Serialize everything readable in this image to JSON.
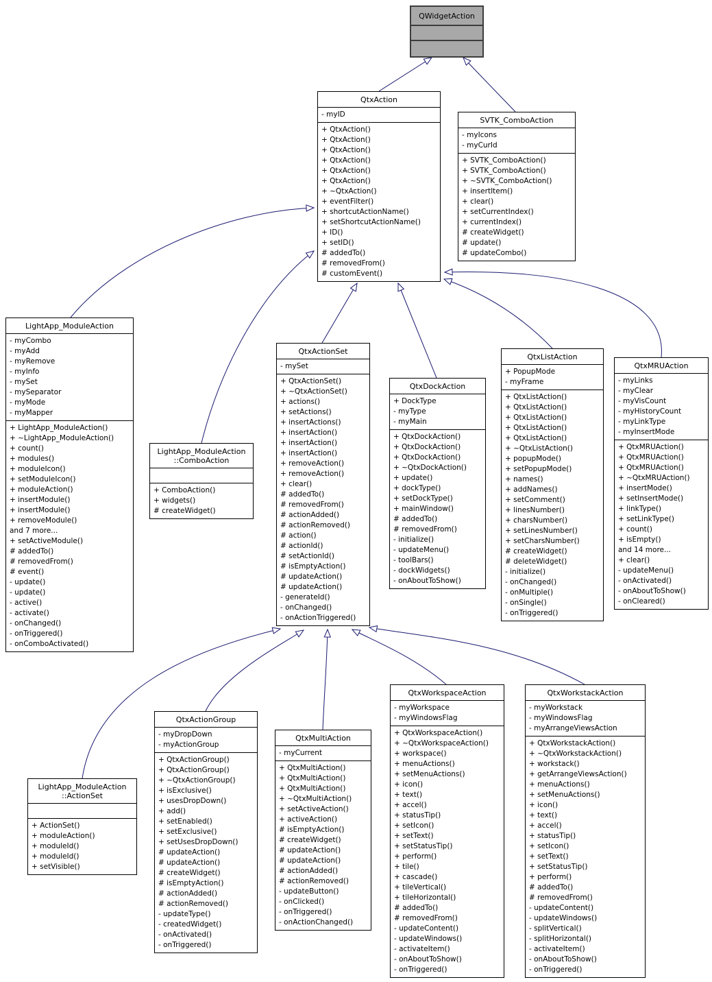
{
  "colors": {
    "arrow": "#191970",
    "box_border": "#000000",
    "class_fill": "#ffffff",
    "external_class_fill": "#a8a8a8",
    "text": "#000000"
  },
  "inheritance": [
    {
      "child": "QtxAction",
      "parent": "QWidgetAction"
    },
    {
      "child": "SVTK_ComboAction",
      "parent": "QWidgetAction"
    },
    {
      "child": "LightApp_ModuleAction",
      "parent": "QtxAction"
    },
    {
      "child": "LightApp_ModuleAction::ComboAction",
      "parent": "QtxAction"
    },
    {
      "child": "QtxActionSet",
      "parent": "QtxAction"
    },
    {
      "child": "QtxDockAction",
      "parent": "QtxAction"
    },
    {
      "child": "QtxListAction",
      "parent": "QtxAction"
    },
    {
      "child": "QtxMRUAction",
      "parent": "QtxAction"
    },
    {
      "child": "LightApp_ModuleAction::ActionSet",
      "parent": "QtxActionSet"
    },
    {
      "child": "QtxActionGroup",
      "parent": "QtxActionSet"
    },
    {
      "child": "QtxMultiAction",
      "parent": "QtxActionSet"
    },
    {
      "child": "QtxWorkspaceAction",
      "parent": "QtxActionSet"
    },
    {
      "child": "QtxWorkstackAction",
      "parent": "QtxActionSet"
    }
  ],
  "classes": [
    {
      "name": "QWidgetAction",
      "title_lines": [
        "QWidgetAction"
      ],
      "attributes": [],
      "methods": []
    },
    {
      "name": "QtxAction",
      "title_lines": [
        "QtxAction"
      ],
      "attributes": [
        "- myID"
      ],
      "methods": [
        "+ QtxAction()",
        "+ QtxAction()",
        "+ QtxAction()",
        "+ QtxAction()",
        "+ QtxAction()",
        "+ QtxAction()",
        "+ ~QtxAction()",
        "+ eventFilter()",
        "+ shortcutActionName()",
        "+ setShortcutActionName()",
        "+ ID()",
        "+ setID()",
        "# addedTo()",
        "# removedFrom()",
        "# customEvent()"
      ]
    },
    {
      "name": "SVTK_ComboAction",
      "title_lines": [
        "SVTK_ComboAction"
      ],
      "attributes": [
        "- myIcons",
        "- myCurId"
      ],
      "methods": [
        "+ SVTK_ComboAction()",
        "+ SVTK_ComboAction()",
        "+ ~SVTK_ComboAction()",
        "+ insertItem()",
        "+ clear()",
        "+ setCurrentIndex()",
        "+ currentIndex()",
        "# createWidget()",
        "# update()",
        "# updateCombo()"
      ]
    },
    {
      "name": "LightApp_ModuleAction",
      "title_lines": [
        "LightApp_ModuleAction"
      ],
      "attributes": [
        "- myCombo",
        "- myAdd",
        "- myRemove",
        "- myInfo",
        "- mySet",
        "- mySeparator",
        "- myMode",
        "- myMapper"
      ],
      "methods": [
        "+ LightApp_ModuleAction()",
        "+ ~LightApp_ModuleAction()",
        "+ count()",
        "+ modules()",
        "+ moduleIcon()",
        "+ setModuleIcon()",
        "+ moduleAction()",
        "+ insertModule()",
        "+ insertModule()",
        "+ removeModule()",
        "and 7 more...",
        "+ setActiveModule()",
        "# addedTo()",
        "# removedFrom()",
        "# event()",
        "- update()",
        "- update()",
        "- active()",
        "- activate()",
        "- onChanged()",
        "- onTriggered()",
        "- onComboActivated()"
      ]
    },
    {
      "name": "LightApp_ModuleAction::ComboAction",
      "title_lines": [
        "LightApp_ModuleAction",
        "::ComboAction"
      ],
      "attributes": [],
      "methods": [
        "+ ComboAction()",
        "+ widgets()",
        "# createWidget()"
      ]
    },
    {
      "name": "QtxActionSet",
      "title_lines": [
        "QtxActionSet"
      ],
      "attributes": [
        "- mySet"
      ],
      "methods": [
        "+ QtxActionSet()",
        "+ ~QtxActionSet()",
        "+ actions()",
        "+ setActions()",
        "+ insertActions()",
        "+ insertAction()",
        "+ insertAction()",
        "+ insertAction()",
        "+ removeAction()",
        "+ removeAction()",
        "+ clear()",
        "# addedTo()",
        "# removedFrom()",
        "# actionAdded()",
        "# actionRemoved()",
        "# action()",
        "# actionId()",
        "# setActionId()",
        "# isEmptyAction()",
        "# updateAction()",
        "# updateAction()",
        "- generateId()",
        "- onChanged()",
        "- onActionTriggered()"
      ]
    },
    {
      "name": "QtxDockAction",
      "title_lines": [
        "QtxDockAction"
      ],
      "attributes": [
        "+ DockType",
        "- myType",
        "- myMain"
      ],
      "methods": [
        "+ QtxDockAction()",
        "+ QtxDockAction()",
        "+ QtxDockAction()",
        "+ ~QtxDockAction()",
        "+ update()",
        "+ dockType()",
        "+ setDockType()",
        "+ mainWindow()",
        "# addedTo()",
        "# removedFrom()",
        "- initialize()",
        "- updateMenu()",
        "- toolBars()",
        "- dockWidgets()",
        "- onAboutToShow()"
      ]
    },
    {
      "name": "QtxListAction",
      "title_lines": [
        "QtxListAction"
      ],
      "attributes": [
        "+ PopupMode",
        "- myFrame"
      ],
      "methods": [
        "+ QtxListAction()",
        "+ QtxListAction()",
        "+ QtxListAction()",
        "+ QtxListAction()",
        "+ QtxListAction()",
        "+ ~QtxListAction()",
        "+ popupMode()",
        "+ setPopupMode()",
        "+ names()",
        "+ addNames()",
        "+ setComment()",
        "+ linesNumber()",
        "+ charsNumber()",
        "+ setLinesNumber()",
        "+ setCharsNumber()",
        "# createWidget()",
        "# deleteWidget()",
        "- initialize()",
        "- onChanged()",
        "- onMultiple()",
        "- onSingle()",
        "- onTriggered()"
      ]
    },
    {
      "name": "QtxMRUAction",
      "title_lines": [
        "QtxMRUAction"
      ],
      "attributes": [
        "- myLinks",
        "- myClear",
        "- myVisCount",
        "- myHistoryCount",
        "- myLinkType",
        "- myInsertMode"
      ],
      "methods": [
        "+ QtxMRUAction()",
        "+ QtxMRUAction()",
        "+ QtxMRUAction()",
        "+ ~QtxMRUAction()",
        "+ insertMode()",
        "+ setInsertMode()",
        "+ linkType()",
        "+ setLinkType()",
        "+ count()",
        "+ isEmpty()",
        "and 14 more...",
        "+ clear()",
        "- updateMenu()",
        "- onActivated()",
        "- onAboutToShow()",
        "- onCleared()"
      ]
    },
    {
      "name": "LightApp_ModuleAction::ActionSet",
      "title_lines": [
        "LightApp_ModuleAction",
        "::ActionSet"
      ],
      "attributes": [],
      "methods": [
        "+ ActionSet()",
        "+ moduleAction()",
        "+ moduleId()",
        "+ moduleId()",
        "+ setVisible()"
      ]
    },
    {
      "name": "QtxActionGroup",
      "title_lines": [
        "QtxActionGroup"
      ],
      "attributes": [
        "- myDropDown",
        "- myActionGroup"
      ],
      "methods": [
        "+ QtxActionGroup()",
        "+ QtxActionGroup()",
        "+ ~QtxActionGroup()",
        "+ isExclusive()",
        "+ usesDropDown()",
        "+ add()",
        "+ setEnabled()",
        "+ setExclusive()",
        "+ setUsesDropDown()",
        "# updateAction()",
        "# updateAction()",
        "# createWidget()",
        "# isEmptyAction()",
        "# actionAdded()",
        "# actionRemoved()",
        "- updateType()",
        "- createdWidget()",
        "- onActivated()",
        "- onTriggered()"
      ]
    },
    {
      "name": "QtxMultiAction",
      "title_lines": [
        "QtxMultiAction"
      ],
      "attributes": [
        "- myCurrent"
      ],
      "methods": [
        "+ QtxMultiAction()",
        "+ QtxMultiAction()",
        "+ QtxMultiAction()",
        "+ ~QtxMultiAction()",
        "+ setActiveAction()",
        "+ activeAction()",
        "# isEmptyAction()",
        "# createWidget()",
        "# updateAction()",
        "# updateAction()",
        "# actionAdded()",
        "# actionRemoved()",
        "- updateButton()",
        "- onClicked()",
        "- onTriggered()",
        "- onActionChanged()"
      ]
    },
    {
      "name": "QtxWorkspaceAction",
      "title_lines": [
        "QtxWorkspaceAction"
      ],
      "attributes": [
        "- myWorkspace",
        "- myWindowsFlag"
      ],
      "methods": [
        "+ QtxWorkspaceAction()",
        "+ ~QtxWorkspaceAction()",
        "+ workspace()",
        "+ menuActions()",
        "+ setMenuActions()",
        "+ icon()",
        "+ text()",
        "+ accel()",
        "+ statusTip()",
        "+ setIcon()",
        "+ setText()",
        "+ setStatusTip()",
        "+ perform()",
        "+ tile()",
        "+ cascade()",
        "+ tileVertical()",
        "+ tileHorizontal()",
        "# addedTo()",
        "# removedFrom()",
        "- updateContent()",
        "- updateWindows()",
        "- activateItem()",
        "- onAboutToShow()",
        "- onTriggered()"
      ]
    },
    {
      "name": "QtxWorkstackAction",
      "title_lines": [
        "QtxWorkstackAction"
      ],
      "attributes": [
        "- myWorkstack",
        "- myWindowsFlag",
        "- myArrangeViewsAction"
      ],
      "methods": [
        "+ QtxWorkstackAction()",
        "+ ~QtxWorkstackAction()",
        "+ workstack()",
        "+ getArrangeViewsAction()",
        "+ menuActions()",
        "+ setMenuActions()",
        "+ icon()",
        "+ text()",
        "+ accel()",
        "+ statusTip()",
        "+ setIcon()",
        "+ setText()",
        "+ setStatusTip()",
        "+ perform()",
        "# addedTo()",
        "# removedFrom()",
        "- updateContent()",
        "- updateWindows()",
        "- splitVertical()",
        "- splitHorizontal()",
        "- activateItem()",
        "- onAboutToShow()",
        "- onTriggered()"
      ]
    }
  ]
}
